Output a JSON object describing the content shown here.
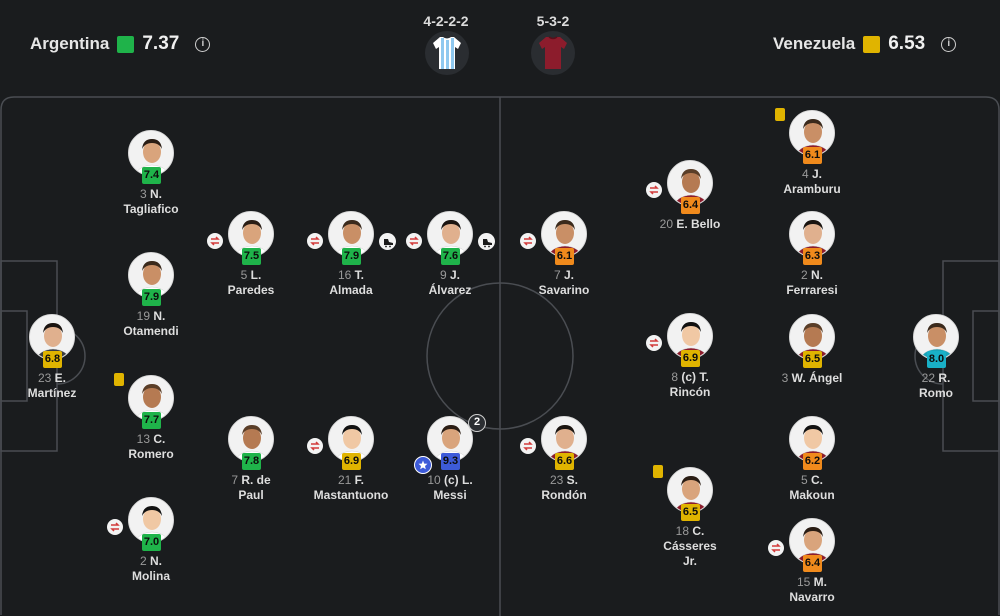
{
  "header": {
    "home": {
      "name": "Argentina",
      "rating": "7.37",
      "badge_color": "#1fb34a",
      "formation": "4-2-2-2"
    },
    "away": {
      "name": "Venezuela",
      "rating": "6.53",
      "badge_color": "#e0b400",
      "formation": "5-3-2"
    },
    "info_glyph": "i"
  },
  "rating_colors": {
    "green": "#1fb34a",
    "yellow": "#e0b400",
    "orange": "#f08a1c",
    "blue": "#3d5bd9",
    "teal": "#19b0c7"
  },
  "players": [
    {
      "id": "tagliafico",
      "num": "3",
      "name1": "N.",
      "name2": "Tagliafico",
      "rating": "7.4",
      "tone": "green"
    },
    {
      "id": "otamendi",
      "num": "19",
      "name1": "N.",
      "name2": "Otamendi",
      "rating": "7.9",
      "tone": "green"
    },
    {
      "id": "martinez",
      "num": "23",
      "name1": "E.",
      "name2": "Martínez",
      "rating": "6.8",
      "tone": "yellow"
    },
    {
      "id": "romero",
      "num": "13",
      "name1": "C.",
      "name2": "Romero",
      "rating": "7.7",
      "tone": "green",
      "card": "yellow"
    },
    {
      "id": "molina",
      "num": "2",
      "name1": "N.",
      "name2": "Molina",
      "rating": "7.0",
      "tone": "green",
      "sub": true
    },
    {
      "id": "paredes",
      "num": "5",
      "name1": "L.",
      "name2": "Paredes",
      "rating": "7.5",
      "tone": "green",
      "sub": true
    },
    {
      "id": "almada",
      "num": "16",
      "name1": "T.",
      "name2": "Almada",
      "rating": "7.9",
      "tone": "green",
      "sub": true,
      "assist": true
    },
    {
      "id": "alvarez",
      "num": "9",
      "name1": "J.",
      "name2": "Álvarez",
      "rating": "7.6",
      "tone": "green",
      "sub": true,
      "assist": true
    },
    {
      "id": "depaul",
      "num": "7",
      "name1": "R. de",
      "name2": "Paul",
      "rating": "7.8",
      "tone": "green"
    },
    {
      "id": "mastantuono",
      "num": "21",
      "name1": "F.",
      "name2": "Mastantuono",
      "rating": "6.9",
      "tone": "yellow",
      "sub": true
    },
    {
      "id": "messi",
      "num": "10",
      "name1": "(c) L.",
      "name2": "Messi",
      "rating": "9.3",
      "tone": "blue",
      "goals": "2",
      "motm": true
    },
    {
      "id": "savarino",
      "num": "7",
      "name1": "J.",
      "name2": "Savarino",
      "rating": "6.1",
      "tone": "orange",
      "sub": true
    },
    {
      "id": "rondon",
      "num": "23",
      "name1": "S.",
      "name2": "Rondón",
      "rating": "6.6",
      "tone": "yellow",
      "sub": true
    },
    {
      "id": "bello",
      "num": "20",
      "name1": "E. Bello",
      "name2": "",
      "rating": "6.4",
      "tone": "orange",
      "sub": true
    },
    {
      "id": "rincon",
      "num": "8",
      "name1": "(c) T.",
      "name2": "Rincón",
      "rating": "6.9",
      "tone": "yellow",
      "sub": true
    },
    {
      "id": "casseres",
      "num": "18",
      "name1": "C.",
      "name2": "Cásseres",
      "name3": "Jr.",
      "rating": "6.5",
      "tone": "yellow",
      "card": "yellow"
    },
    {
      "id": "aramburu",
      "num": "4",
      "name1": "J.",
      "name2": "Aramburu",
      "rating": "6.1",
      "tone": "orange",
      "card": "yellow"
    },
    {
      "id": "ferraresi",
      "num": "2",
      "name1": "N.",
      "name2": "Ferraresi",
      "rating": "6.3",
      "tone": "orange"
    },
    {
      "id": "angel",
      "num": "3",
      "name1": "W. Ángel",
      "name2": "",
      "rating": "6.5",
      "tone": "yellow"
    },
    {
      "id": "makoun",
      "num": "5",
      "name1": "C.",
      "name2": "Makoun",
      "rating": "6.2",
      "tone": "orange"
    },
    {
      "id": "navarro",
      "num": "15",
      "name1": "M.",
      "name2": "Navarro",
      "rating": "6.4",
      "tone": "orange",
      "sub": true
    },
    {
      "id": "romo",
      "num": "22",
      "name1": "R.",
      "name2": "Romo",
      "rating": "8.0",
      "tone": "teal"
    }
  ]
}
